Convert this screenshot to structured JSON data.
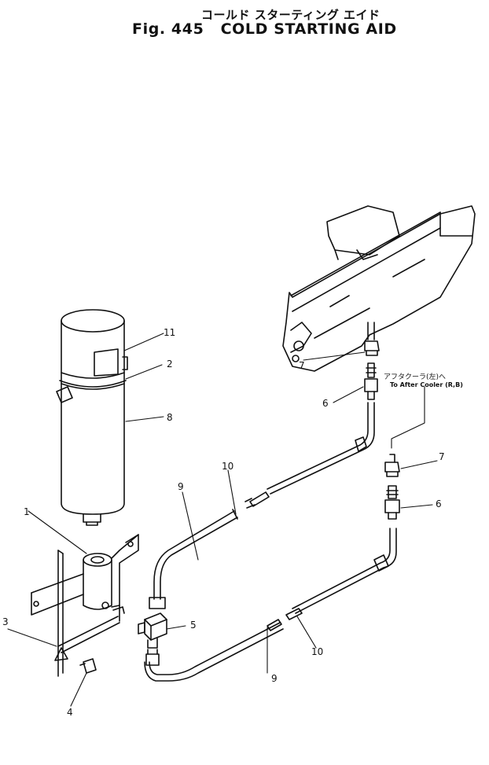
{
  "title": {
    "japanese": "コールド スターティング エイド",
    "fig_label": "Fig. 445",
    "name": "COLD STARTING AID"
  },
  "note": {
    "japanese": "アフタクーラ(左)へ",
    "english": "To After Cooler (R,B)"
  },
  "callouts": {
    "c1": "1",
    "c2": "2",
    "c3": "3",
    "c4": "4",
    "c5": "5",
    "c6a": "6",
    "c6b": "6",
    "c7a": "7",
    "c7b": "7",
    "c8": "8",
    "c9a": "9",
    "c9b": "9",
    "c10a": "10",
    "c10b": "10",
    "c11": "11"
  }
}
